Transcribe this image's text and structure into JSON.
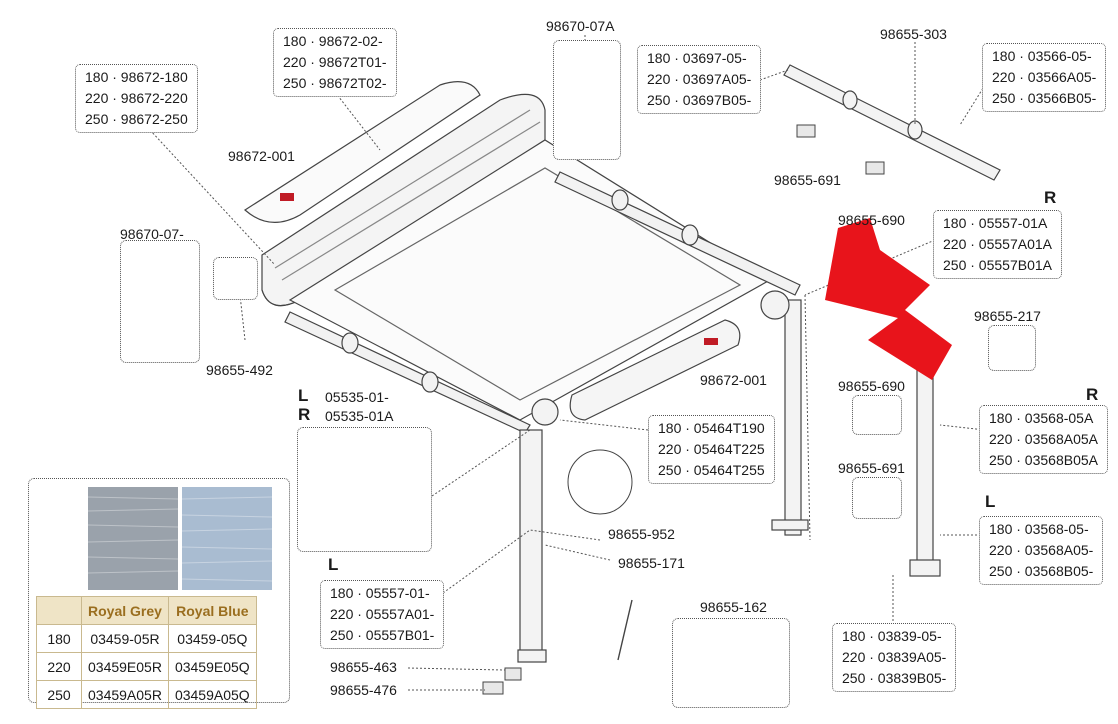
{
  "labels": {
    "p98670_07a": "98670-07A",
    "p98655_303": "98655-303",
    "p98672_001_top": "98672-001",
    "p98670_07": "98670-07-",
    "p98655_691_top": "98655-691",
    "p98655_690_top": "98655-690",
    "p98655_217": "98655-217",
    "p98655_690_mid": "98655-690",
    "p98655_691_mid": "98655-691",
    "p98655_492": "98655-492",
    "p98672_001_mid": "98672-001",
    "p98655_952": "98655-952",
    "p98655_171": "98655-171",
    "p98655_162": "98655-162",
    "p98655_463": "98655-463",
    "p98655_476": "98655-476",
    "p05535_01": "05535-01-",
    "p05535_01a": "05535-01A"
  },
  "side": {
    "l": "L",
    "r": "R"
  },
  "boxes": {
    "b98672_02": [
      "180 · 98672-02-",
      "220 · 98672T01-",
      "250 · 98672T02-"
    ],
    "b98672_180": [
      "180 · 98672-180",
      "220 · 98672-220",
      "250 · 98672-250"
    ],
    "b03697": [
      "180 · 03697-05-",
      "220 · 03697A05-",
      "250 · 03697B05-"
    ],
    "b03566": [
      "180 · 03566-05-",
      "220 · 03566A05-",
      "250 · 03566B05-"
    ],
    "b05557_r": [
      "180 · 05557-01A",
      "220 · 05557A01A",
      "250 · 05557B01A"
    ],
    "b05464": [
      "180 · 05464T190",
      "220 · 05464T225",
      "250 · 05464T255"
    ],
    "b03568_r": [
      "180 · 03568-05A",
      "220 · 03568A05A",
      "250 · 03568B05A"
    ],
    "b03568_l": [
      "180 · 03568-05-",
      "220 · 03568A05-",
      "250 · 03568B05-"
    ],
    "b05557_l": [
      "180 · 05557-01-",
      "220 · 05557A01-",
      "250 · 05557B01-"
    ],
    "b03839": [
      "180 · 03839-05-",
      "220 · 03839A05-",
      "250 · 03839B05-"
    ]
  },
  "fabric_table": {
    "headers": [
      "",
      "Royal Grey",
      "Royal Blue"
    ],
    "rows": [
      [
        "180",
        "03459-05R",
        "03459-05Q"
      ],
      [
        "220",
        "03459E05R",
        "03459E05Q"
      ],
      [
        "250",
        "03459A05R",
        "03459A05Q"
      ]
    ],
    "swatch_colors": [
      "#9aa2ab",
      "#a9bcd1"
    ]
  },
  "colors": {
    "arrow": "#e8141b",
    "line": "#555555",
    "accent": "#c9b98f"
  }
}
